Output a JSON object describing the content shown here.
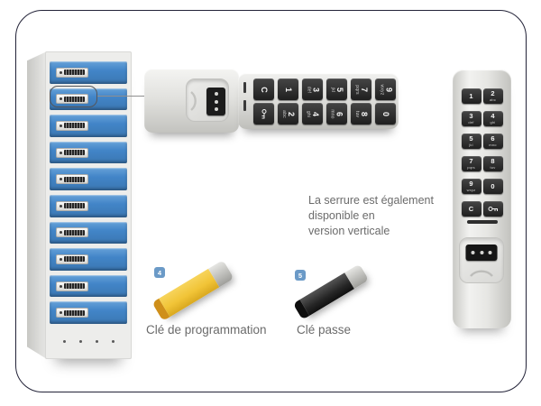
{
  "frame": {
    "border_color": "#232338"
  },
  "locker": {
    "door_count": 10,
    "door_color": "#4285c8",
    "base_dot_count": 4
  },
  "horizontal_keypad": {
    "rows": [
      [
        {
          "num": "C"
        },
        {
          "num": "1"
        },
        {
          "num": "3",
          "sub": "def"
        },
        {
          "num": "5",
          "sub": "jkl"
        },
        {
          "num": "7",
          "sub": "pqrs"
        },
        {
          "num": "9",
          "sub": "wxyz"
        }
      ],
      [
        {
          "icon": "key"
        },
        {
          "num": "2",
          "sub": "abc"
        },
        {
          "num": "4",
          "sub": "ghi"
        },
        {
          "num": "6",
          "sub": "mno"
        },
        {
          "num": "8",
          "sub": "tuv"
        },
        {
          "num": "0"
        }
      ]
    ]
  },
  "vertical_keypad": {
    "rows": [
      [
        {
          "num": "1"
        },
        {
          "num": "2",
          "sub": "abc"
        }
      ],
      [
        {
          "num": "3",
          "sub": "def"
        },
        {
          "num": "4",
          "sub": "ghi"
        }
      ],
      [
        {
          "num": "5",
          "sub": "jkl"
        },
        {
          "num": "6",
          "sub": "mno"
        }
      ],
      [
        {
          "num": "7",
          "sub": "pqrs"
        },
        {
          "num": "8",
          "sub": "tuv"
        }
      ],
      [
        {
          "num": "9",
          "sub": "wxyz"
        },
        {
          "num": "0"
        }
      ],
      [
        {
          "num": "C"
        },
        {
          "icon": "key"
        }
      ]
    ]
  },
  "caption": {
    "lines": [
      "La serrure est également",
      "disponible en",
      "version verticale"
    ],
    "color": "#6b6b6b"
  },
  "items": [
    {
      "badge": "4",
      "label": "Clé de programmation",
      "body_color": "#f1c437"
    },
    {
      "badge": "5",
      "label": "Clé passe",
      "body_color": "#262626"
    }
  ],
  "badge_color": "#6b9ac7"
}
